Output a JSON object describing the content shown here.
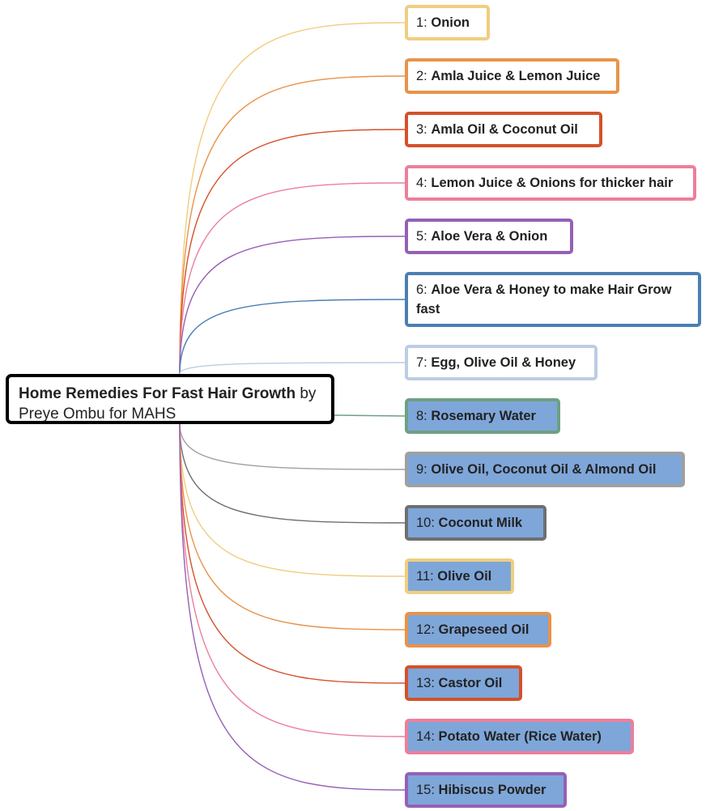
{
  "root": {
    "title_bold": "Home Remedies For Fast Hair Growth",
    "title_rest": " by Preye Ombu for MAHS"
  },
  "nodes": [
    {
      "num": "1:",
      "text": "Onion",
      "color": "#f0cd80",
      "filled": false
    },
    {
      "num": "2:",
      "text": "Amla Juice & Lemon Juice",
      "color": "#e8934a",
      "filled": false
    },
    {
      "num": "3:",
      "text": "Amla Oil & Coconut Oil",
      "color": "#d4512b",
      "filled": false
    },
    {
      "num": "4:",
      "text": "Lemon Juice & Onions for thicker hair",
      "color": "#ec7f9b",
      "filled": false
    },
    {
      "num": "5:",
      "text": "Aloe Vera & Onion",
      "color": "#9560b7",
      "filled": false
    },
    {
      "num": "6:",
      "text": "Aloe Vera & Honey to make Hair Grow fast",
      "color": "#4a7fb5",
      "filled": false
    },
    {
      "num": "7:",
      "text": "Egg, Olive Oil & Honey",
      "color": "#bccde3",
      "filled": false
    },
    {
      "num": "8:",
      "text": "Rosemary Water",
      "color": "#6fa084",
      "filled": true
    },
    {
      "num": "9:",
      "text": "Olive Oil, Coconut Oil & Almond Oil",
      "color": "#a0a0a0",
      "filled": true
    },
    {
      "num": "10:",
      "text": "Coconut Milk",
      "color": "#6f6f6f",
      "filled": true
    },
    {
      "num": "11:",
      "text": "Olive Oil",
      "color": "#f0cd80",
      "filled": true
    },
    {
      "num": "12:",
      "text": "Grapeseed Oil",
      "color": "#e8934a",
      "filled": true
    },
    {
      "num": "13:",
      "text": "Castor Oil",
      "color": "#d4512b",
      "filled": true
    },
    {
      "num": "14:",
      "text": "Potato Water (Rice Water)",
      "color": "#ec7f9b",
      "filled": true
    },
    {
      "num": "15:",
      "text": "Hibiscus Powder",
      "color": "#9560b7",
      "filled": true
    }
  ]
}
